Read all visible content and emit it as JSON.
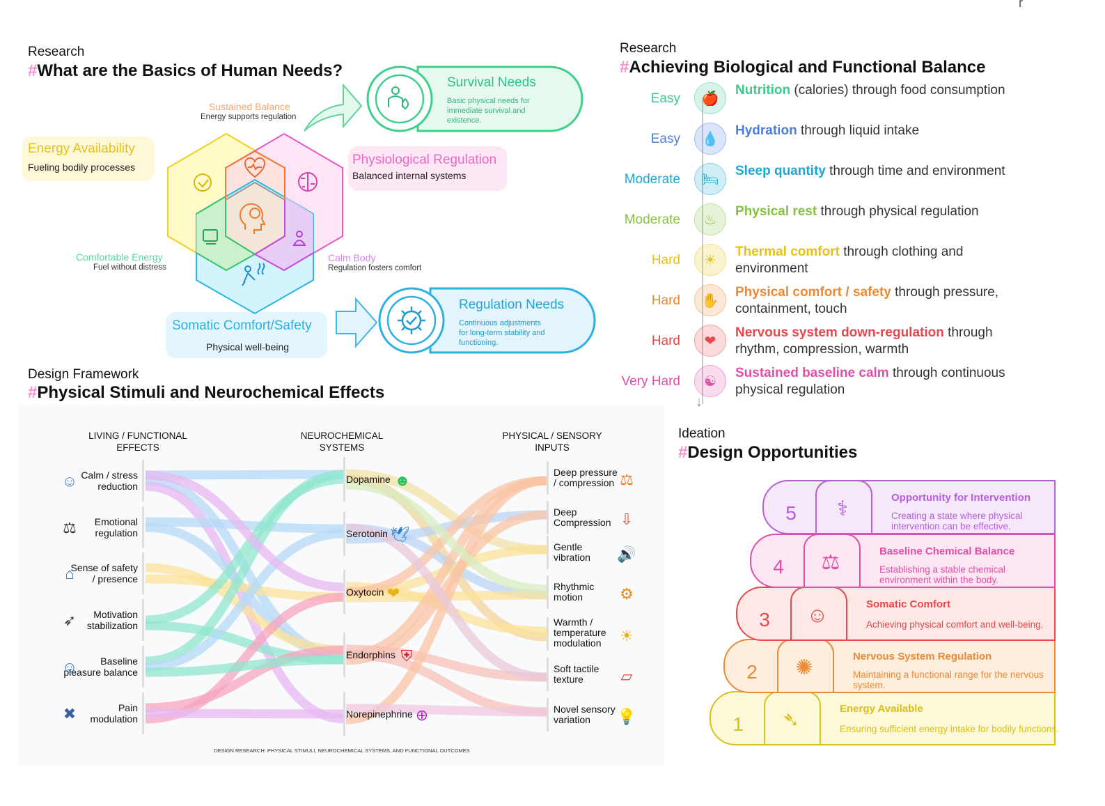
{
  "corner_mark": "r",
  "needs": {
    "kicker": "Research",
    "hash": "#",
    "title": "What are the Basics of Human Needs?",
    "survival": {
      "title": "Survival Needs",
      "desc": [
        "Basic physical needs for",
        "immediate survival and",
        "existence."
      ]
    },
    "regulation": {
      "title": "Regulation Needs",
      "desc": [
        "Continuous adjustments",
        "for long-term stability and",
        "functioning."
      ]
    },
    "sustained": {
      "title": "Sustained Balance",
      "sub": "Energy supports regulation"
    },
    "energy": {
      "title": "Energy Availability",
      "sub": "Fueling bodily processes"
    },
    "physio": {
      "title": "Physiological Regulation",
      "sub": "Balanced internal systems"
    },
    "comfortable": {
      "title": "Comfortable Energy",
      "sub": "Fuel without distress"
    },
    "calm": {
      "title": "Calm Body",
      "sub": "Regulation fosters comfort"
    },
    "somatic": {
      "title": "Somatic Comfort/Safety",
      "sub": "Physical well-being"
    }
  },
  "balance": {
    "kicker": "Research",
    "hash": "#",
    "title": "Achieving Biological and Functional Balance",
    "items": [
      {
        "level": "Easy",
        "key": "Nutrition",
        "rest": " (calories) through food consumption",
        "color": "#3cc98c",
        "icon": "nutrition-icon"
      },
      {
        "level": "Easy",
        "key": "Hydration",
        "rest": " through liquid intake",
        "color": "#4a7fe0",
        "icon": "hydration-icon"
      },
      {
        "level": "Moderate",
        "key": "Sleep quantity",
        "rest": " through time and environment",
        "color": "#1aa8d6",
        "icon": "sleep-icon"
      },
      {
        "level": "Moderate",
        "key": "Physical rest",
        "rest": " through physical regulation",
        "color": "#86c140",
        "icon": "rest-icon"
      },
      {
        "level": "Hard",
        "key": "Thermal comfort",
        "rest": " through clothing and environment",
        "color": "#e6c116",
        "icon": "thermal-icon"
      },
      {
        "level": "Hard",
        "key": "Physical comfort / safety",
        "rest": " through pressure, containment, touch",
        "color": "#ea8a35",
        "icon": "comfort-icon"
      },
      {
        "level": "Hard",
        "key": "Nervous system down-regulation",
        "rest": " through rhythm, compression, warmth",
        "color": "#e5484d",
        "icon": "nervous-icon"
      },
      {
        "level": "Very Hard",
        "key": "Sustained baseline calm",
        "rest": " through continuous physical regulation",
        "color": "#e04fa6",
        "icon": "calm-icon"
      }
    ]
  },
  "framework": {
    "kicker": "Design Framework",
    "hash": "#",
    "title": "Physical Stimuli and Neurochemical Effects",
    "col_left": [
      "LIVING / FUNCTIONAL",
      "EFFECTS"
    ],
    "col_mid": [
      "NEUROCHEMICAL",
      "SYSTEMS"
    ],
    "col_right": [
      "PHYSICAL / SENSORY",
      "INPUTS"
    ],
    "effects": [
      [
        "Calm / stress",
        "reduction"
      ],
      [
        "Emotional",
        "regulation"
      ],
      [
        "Sense of safety",
        "/ presence"
      ],
      [
        "Motivation",
        "stabilization"
      ],
      [
        "Baseline",
        "pleasure balance"
      ],
      [
        "Pain",
        "modulation"
      ]
    ],
    "systems": [
      "Dopamine",
      "Serotonin",
      "Oxytocin",
      "Endorphins",
      "Norepinephrine"
    ],
    "inputs": [
      [
        "Deep pressure",
        "/ compression"
      ],
      [
        "Deep",
        "Compression"
      ],
      [
        "Gentle",
        "vibration"
      ],
      [
        "Rhythmic",
        "motion"
      ],
      [
        "Warmth /",
        "temperature",
        "modulation"
      ],
      [
        "Soft tactile",
        "texture"
      ],
      [
        "Novel sensory",
        "variation"
      ]
    ],
    "footer": "DESIGN RESEARCH: PHYSICAL STIMULI, NEUROCHEMICAL SYSTEMS, AND FUNCTIONAL OUTCOMES"
  },
  "opportunities": {
    "kicker": "Ideation",
    "hash": "#",
    "title": "Design Opportunities",
    "steps": [
      {
        "num": "5",
        "title": "Opportunity for Intervention",
        "desc": [
          "Creating a state where physical",
          "intervention can be effective."
        ],
        "color": "#b55fd8"
      },
      {
        "num": "4",
        "title": "Baseline Chemical Balance",
        "desc": [
          "Establishing a stable chemical",
          "environment within the body."
        ],
        "color": "#e04fa6"
      },
      {
        "num": "3",
        "title": "Somatic Comfort",
        "desc": [
          "Achieving physical comfort and well-being."
        ],
        "color": "#e5484d"
      },
      {
        "num": "2",
        "title": "Nervous System Regulation",
        "desc": [
          "Maintaining a functional range for the nervous",
          "system."
        ],
        "color": "#ea8a35"
      },
      {
        "num": "1",
        "title": "Energy Available",
        "desc": [
          "Ensuring sufficient energy intake for bodily functions."
        ],
        "color": "#d9c01a"
      }
    ]
  }
}
